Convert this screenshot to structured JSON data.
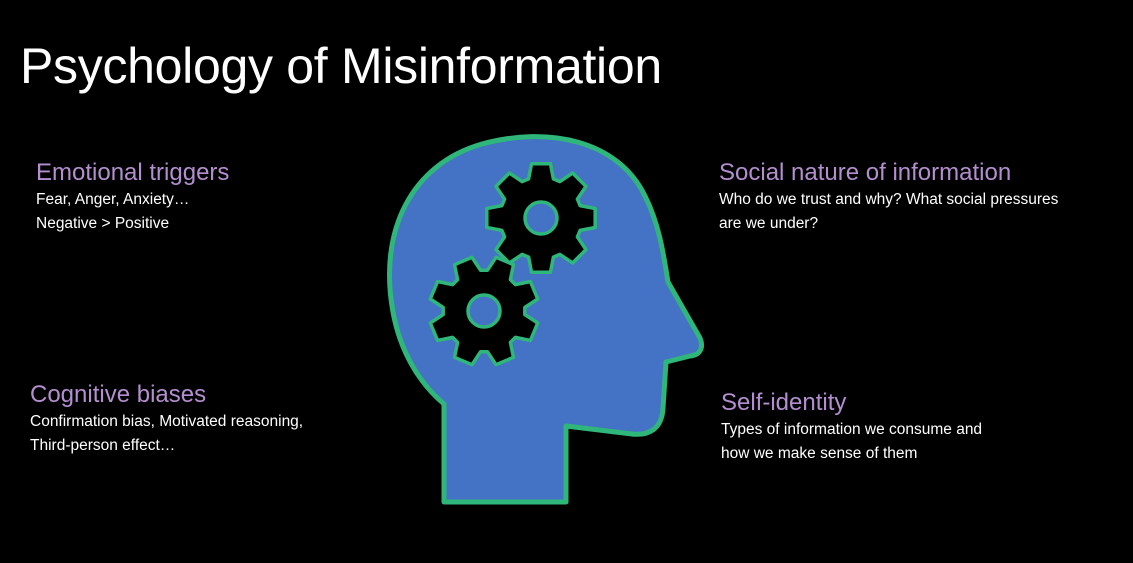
{
  "slide": {
    "title": "Psychology of Misinformation",
    "colors": {
      "background": "#000000",
      "heading": "#b48fd0",
      "body_text": "#ffffff",
      "head_fill": "#4472c4",
      "head_outline": "#2fb67a",
      "gear_fill": "#000000"
    },
    "graphic": {
      "icon": "head-with-gears-icon"
    },
    "blocks": {
      "emotional": {
        "heading": "Emotional triggers",
        "lines": [
          "Fear, Anger, Anxiety…",
          "Negative > Positive"
        ]
      },
      "cognitive": {
        "heading": "Cognitive biases",
        "lines": [
          "Confirmation bias, Motivated reasoning,",
          "Third-person effect…"
        ]
      },
      "social": {
        "heading": "Social nature of information",
        "lines": [
          "Who do we trust and why? What social pressures",
          "are we under?"
        ]
      },
      "identity": {
        "heading": "Self-identity",
        "lines": [
          "Types of information we consume and",
          "how we make sense of them"
        ]
      }
    }
  }
}
